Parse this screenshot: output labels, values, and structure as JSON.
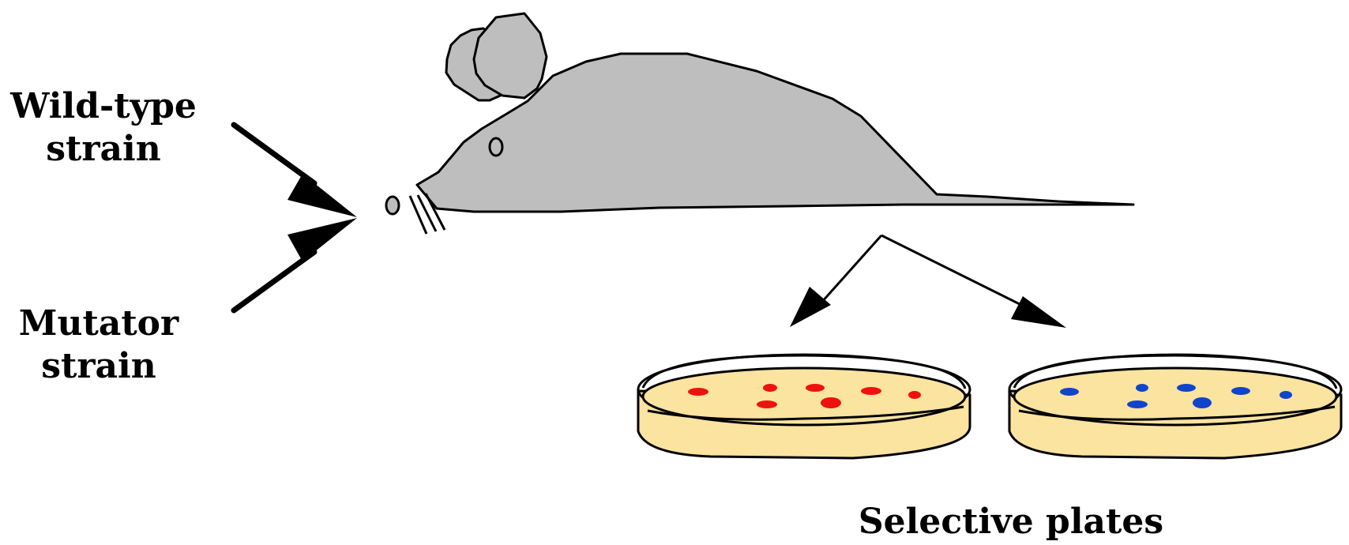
{
  "labels": {
    "wild_type": [
      "Wild-type",
      "strain"
    ],
    "mutator": [
      "Mutator",
      "strain"
    ],
    "plates": "Selective plates"
  },
  "colors": {
    "mouse_fill": "#BEBEBE",
    "outline": "#000000",
    "agar": "#FBE3A0",
    "colony_left": "#EE1111",
    "colony_right": "#1144CC"
  },
  "icons": [
    "mouse-icon",
    "petri-dish-icon",
    "arrow-icon"
  ]
}
